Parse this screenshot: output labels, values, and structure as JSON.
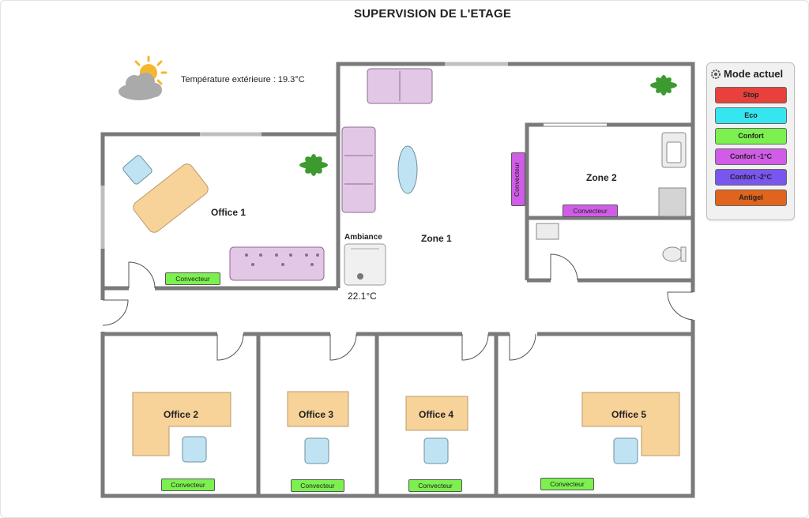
{
  "page": {
    "title": "SUPERVISION DE L'ETAGE"
  },
  "weather": {
    "label": "Température extérieure : 19.3°C",
    "icon": "sun-cloud-icon"
  },
  "ambiance": {
    "label": "Ambiance",
    "value": "22.1°C"
  },
  "rooms": {
    "office1": "Office 1",
    "office2": "Office 2",
    "office3": "Office 3",
    "office4": "Office 4",
    "office5": "Office 5",
    "zone1": "Zone 1",
    "zone2": "Zone 2"
  },
  "convector_label": "Convecteur",
  "mode_panel": {
    "title": "Mode actuel",
    "modes": [
      {
        "label": "Stop",
        "color": "#e8413c"
      },
      {
        "label": "Eco",
        "color": "#35e6f0"
      },
      {
        "label": "Confort",
        "color": "#7cf04f"
      },
      {
        "label": "Confort -1°C",
        "color": "#d15ce8"
      },
      {
        "label": "Confort -2°C",
        "color": "#7a56ee"
      },
      {
        "label": "Antigel",
        "color": "#e0641d"
      }
    ]
  }
}
